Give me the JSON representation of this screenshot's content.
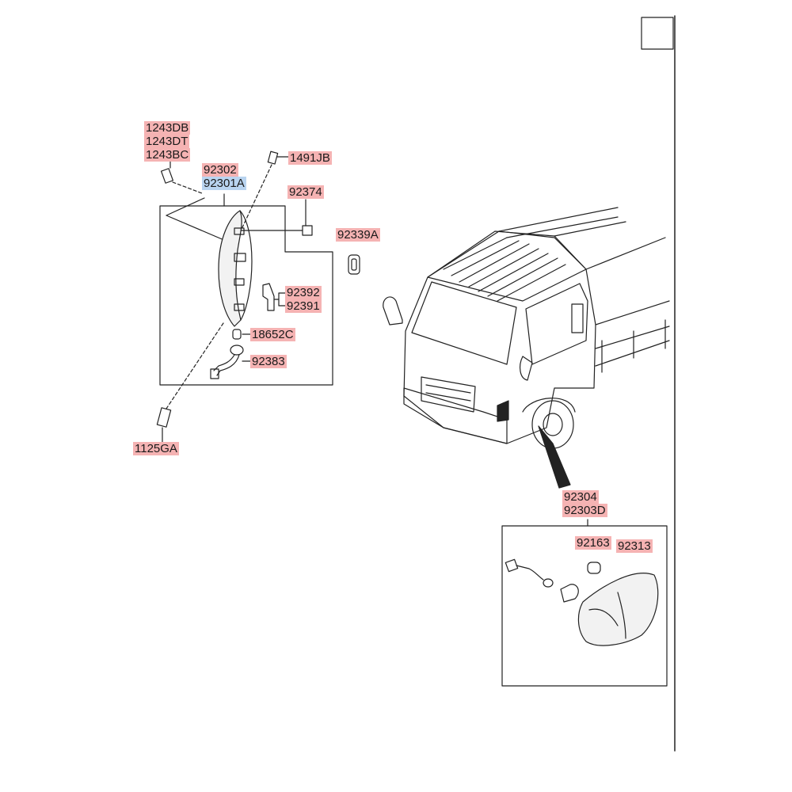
{
  "diagram": {
    "labels": {
      "p1243DB": "1243DB",
      "p1243DT": "1243DT",
      "p1243BC": "1243BC",
      "p1491JB": "1491JB",
      "p92302": "92302",
      "p92301A": "92301A",
      "p92374": "92374",
      "p92339A": "92339A",
      "p92392": "92392",
      "p92391": "92391",
      "p18652C": "18652C",
      "p92383": "92383",
      "p1125GA": "1125GA",
      "p92304": "92304",
      "p92303D": "92303D",
      "p92163": "92163",
      "p92313": "92313"
    },
    "colors": {
      "label_bg": "#f5b3b3",
      "label_highlight_bg": "#b9d4f0",
      "line": "#222222"
    },
    "highlighted_part": "92301A"
  }
}
